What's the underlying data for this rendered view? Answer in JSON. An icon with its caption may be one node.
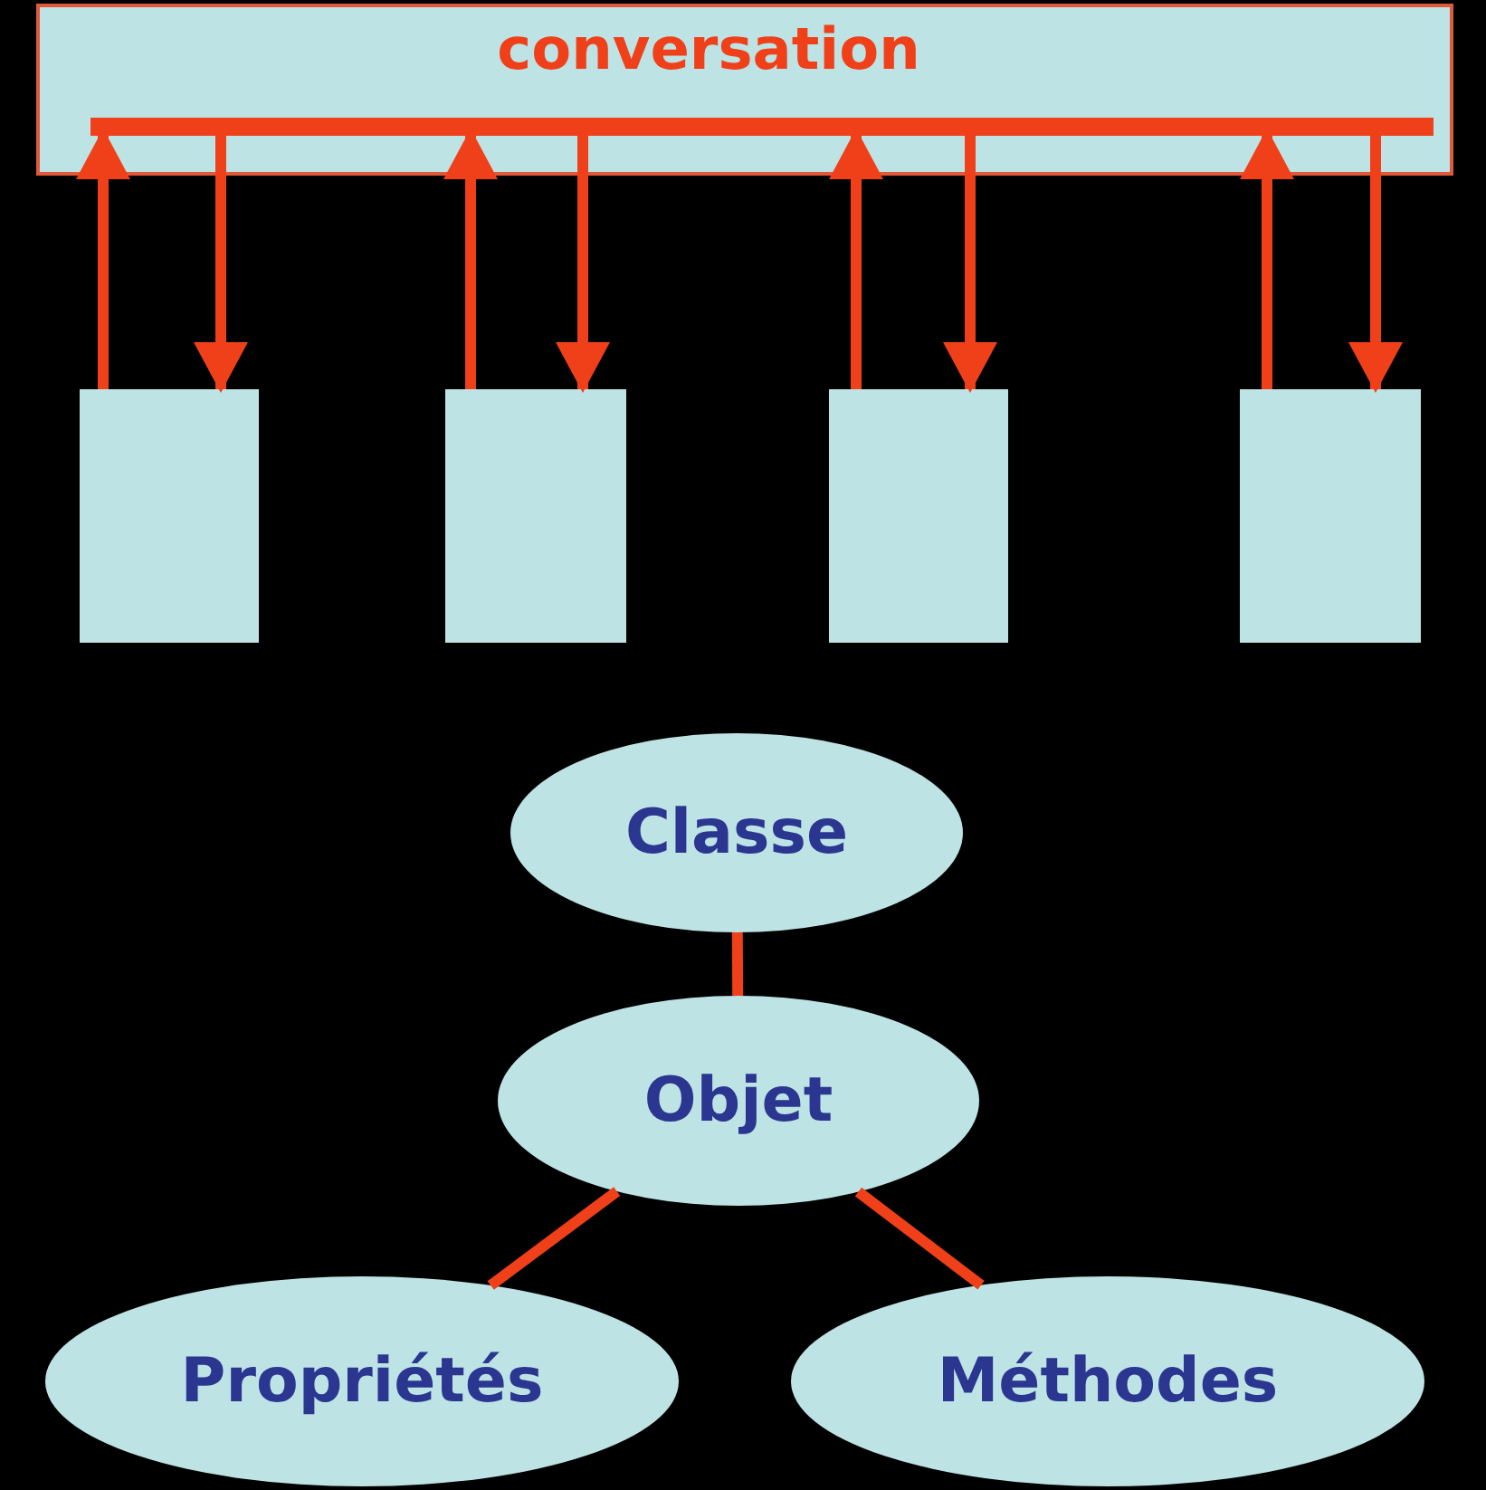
{
  "diagram": {
    "nodes": [
      {
        "text": [
          "conversation"
        ]
      },
      {
        "text": [],
        "shape": "bar",
        "in": 0
      },
      {
        "text": [],
        "shape": "box"
      },
      {
        "text": [],
        "shape": "box"
      },
      {
        "text": [],
        "shape": "box"
      },
      {
        "text": [],
        "shape": "box"
      },
      {
        "text": [
          "Classe"
        ]
      },
      {
        "text": [
          "Objet"
        ]
      },
      {
        "text": [
          "Propriétés"
        ]
      },
      {
        "text": [
          "Méthodes"
        ]
      }
    ],
    "edges": [
      {
        "from": 2,
        "to": 1,
        "arrow": "to"
      },
      {
        "from": 1,
        "to": 2,
        "arrow": "to"
      },
      {
        "from": 3,
        "to": 1,
        "arrow": "to"
      },
      {
        "from": 1,
        "to": 3,
        "arrow": "to"
      },
      {
        "from": 4,
        "to": 1,
        "arrow": "to"
      },
      {
        "from": 1,
        "to": 4,
        "arrow": "to"
      },
      {
        "from": 5,
        "to": 1,
        "arrow": "to"
      },
      {
        "from": 1,
        "to": 5,
        "arrow": "to"
      },
      {
        "from": 6,
        "to": 7,
        "arrow": "none"
      },
      {
        "from": 7,
        "to": 8,
        "arrow": "none"
      },
      {
        "from": 7,
        "to": 9,
        "arrow": "none"
      }
    ]
  }
}
